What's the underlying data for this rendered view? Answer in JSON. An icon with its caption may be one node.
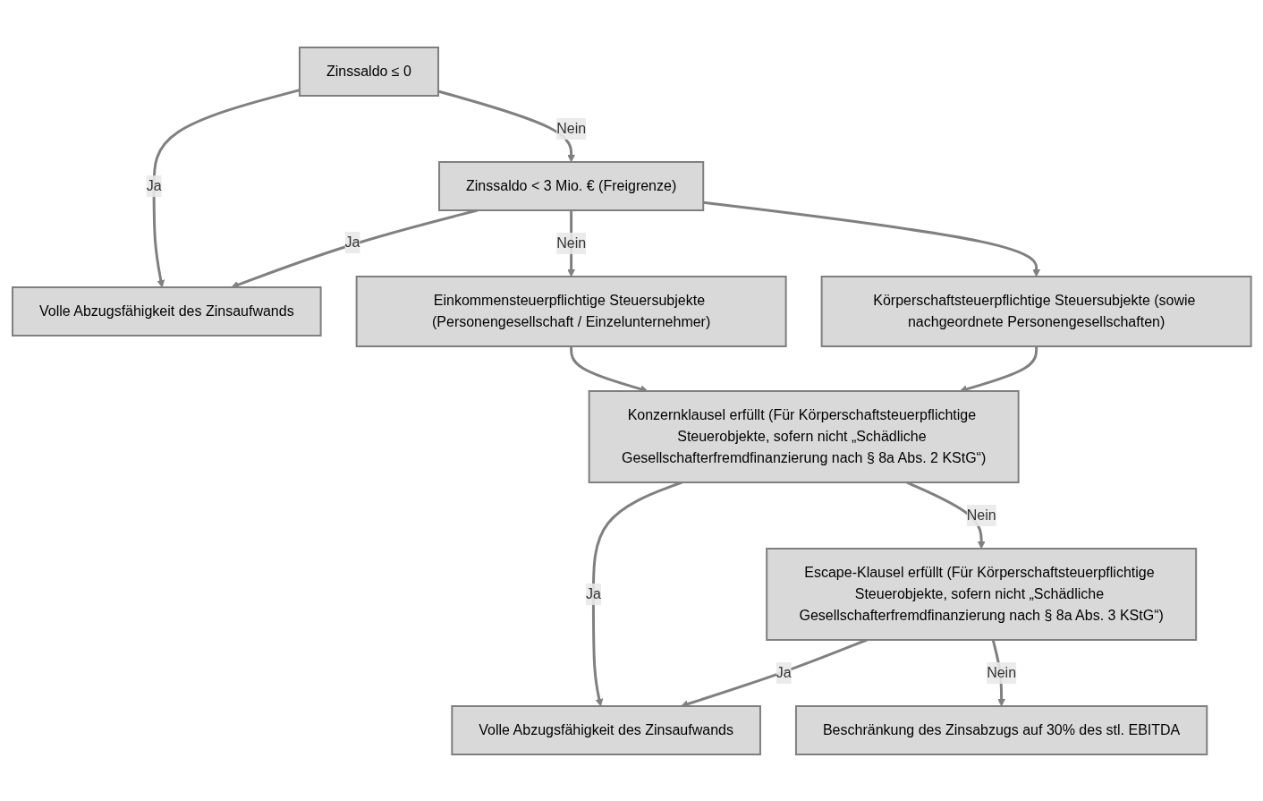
{
  "diagram": {
    "nodes": [
      {
        "text": [
          "Zinssaldo ≤ 0"
        ]
      },
      {
        "text": [
          "Zinssaldo < 3 Mio. € (Freigrenze)"
        ]
      },
      {
        "text": [
          "Volle Abzugsfähigkeit des Zinsaufwands"
        ]
      },
      {
        "text": [
          "Einkommensteuerpflichtige Steuersubjekte (Personengesellschaft / Einzelunternehmer)"
        ]
      },
      {
        "text": [
          "Körperschaftsteuerpflichtige Steuersubjekte (sowie nachgeordnete Personengesellschaften)"
        ]
      },
      {
        "text": [
          "Konzernklausel erfüllt (Für Körperschaftsteuerpflichtige Steuerobjekte, sofern nicht „Schädliche Gesellschafterfremdfinanzierung nach § 8a Abs. 2 KStG“)"
        ]
      },
      {
        "text": [
          "Escape-Klausel erfüllt (Für Körperschaftsteuerpflichtige Steuerobjekte, sofern nicht „Schädliche Gesellschafterfremdfinanzierung nach § 8a Abs. 3 KStG“)"
        ]
      },
      {
        "text": [
          "Volle Abzugsfähigkeit des Zinsaufwands"
        ]
      },
      {
        "text": [
          "Beschränkung des Zinsabzugs auf 30% des stl. EBITDA"
        ]
      }
    ],
    "edges": [
      {
        "from": 0,
        "to": 2,
        "arrow": "to",
        "label": "Ja"
      },
      {
        "from": 0,
        "to": 1,
        "arrow": "to",
        "label": "Nein"
      },
      {
        "from": 1,
        "to": 2,
        "arrow": "to",
        "label": "Ja"
      },
      {
        "from": 1,
        "to": 3,
        "arrow": "to",
        "label": "Nein"
      },
      {
        "from": 1,
        "to": 4,
        "arrow": "to"
      },
      {
        "from": 3,
        "to": 5,
        "arrow": "to"
      },
      {
        "from": 4,
        "to": 5,
        "arrow": "to"
      },
      {
        "from": 5,
        "to": 7,
        "arrow": "to",
        "label": "Ja"
      },
      {
        "from": 5,
        "to": 6,
        "arrow": "to",
        "label": "Nein"
      },
      {
        "from": 6,
        "to": 7,
        "arrow": "to",
        "label": "Ja"
      },
      {
        "from": 6,
        "to": 8,
        "arrow": "to",
        "label": "Nein"
      }
    ]
  }
}
